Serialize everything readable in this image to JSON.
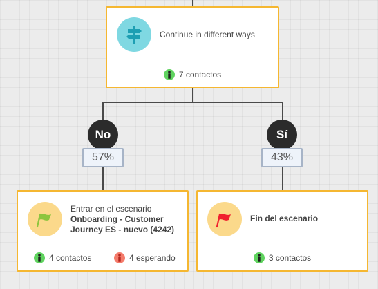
{
  "top_node": {
    "title": "Continue in different ways",
    "icon": "signpost-icon",
    "contacts": "7 contactos"
  },
  "branches": [
    {
      "label": "No",
      "percent": "57%"
    },
    {
      "label": "Sí",
      "percent": "43%"
    }
  ],
  "left_node": {
    "line1": "Entrar en el escenario",
    "line2": "Onboarding - Customer",
    "line3": "Journey ES - nuevo (4242)",
    "icon": "green-flag-icon",
    "contacts": "4 contactos",
    "waiting": "4 esperando"
  },
  "right_node": {
    "title": "Fin del escenario",
    "icon": "red-flag-icon",
    "contacts": "3 contactos"
  },
  "colors": {
    "card_border": "#f5b731",
    "signpost_circle": "#7fd8e2",
    "flag_circle": "#fbd98b",
    "green_person": "#5fd35f",
    "red_person": "#f47b6b",
    "decision_bg": "#2b2b2b",
    "percent_bg": "#eef3fa"
  }
}
